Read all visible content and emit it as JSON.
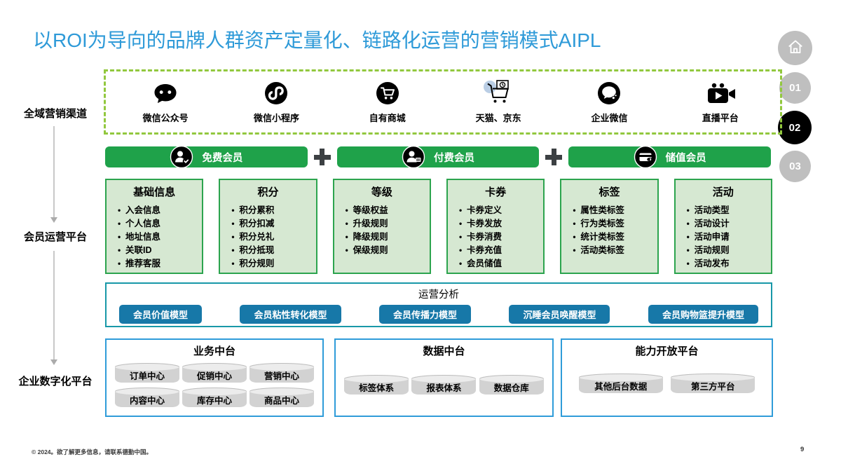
{
  "slide": {
    "title": "以ROI为导向的品牌人群资产定量化、链路化运营的营销模式AIPL",
    "footer": {
      "copyright": "© 2024。欲了解更多信息，请联系德勤中国。",
      "page_number": "9"
    }
  },
  "nav": {
    "steps": [
      {
        "label": "01",
        "active": false
      },
      {
        "label": "02",
        "active": true
      },
      {
        "label": "03",
        "active": false
      }
    ]
  },
  "rail": {
    "labels": [
      "全域营销渠道",
      "会员运营平台",
      "企业数字化平台"
    ]
  },
  "channels": {
    "items": [
      {
        "label": "微信公众号",
        "icon": "wechat-official-account-icon"
      },
      {
        "label": "微信小程序",
        "icon": "wechat-mini-program-icon"
      },
      {
        "label": "自有商城",
        "icon": "own-mall-icon"
      },
      {
        "label": "天猫、京东",
        "icon": "tmall-jd-icon"
      },
      {
        "label": "企业微信",
        "icon": "enterprise-wechat-icon"
      },
      {
        "label": "直播平台",
        "icon": "live-stream-icon"
      }
    ]
  },
  "member_tiers": {
    "separator": "+",
    "items": [
      {
        "label": "免费会员",
        "icon": "free-member-icon"
      },
      {
        "label": "付费会员",
        "icon": "paid-member-icon"
      },
      {
        "label": "储值会员",
        "icon": "stored-value-member-icon"
      }
    ]
  },
  "member_modules": [
    {
      "title": "基础信息",
      "items": [
        "入会信息",
        "个人信息",
        "地址信息",
        "关联ID",
        "推荐客服"
      ]
    },
    {
      "title": "积分",
      "items": [
        "积分累积",
        "积分扣减",
        "积分兑礼",
        "积分抵现",
        "积分规则"
      ]
    },
    {
      "title": "等级",
      "items": [
        "等级权益",
        "升级规则",
        "降级规则",
        "保级规则"
      ]
    },
    {
      "title": "卡券",
      "items": [
        "卡券定义",
        "卡券发放",
        "卡券消费",
        "卡券充值",
        "会员储值"
      ]
    },
    {
      "title": "标签",
      "items": [
        "属性类标签",
        "行为类标签",
        "统计类标签",
        "活动类标签"
      ]
    },
    {
      "title": "活动",
      "items": [
        "活动类型",
        "活动设计",
        "活动申请",
        "活动规则",
        "活动发布"
      ]
    }
  ],
  "analysis": {
    "title": "运营分析",
    "models": [
      "会员价值模型",
      "会员粘性转化模型",
      "会员传播力模型",
      "沉睡会员唤醒模型",
      "会员购物篮提升模型"
    ]
  },
  "platforms": [
    {
      "title": "业务中台",
      "items": [
        "订单中心",
        "促销中心",
        "营销中心",
        "内容中心",
        "库存中心",
        "商品中心"
      ]
    },
    {
      "title": "数据中台",
      "items": [
        "标签体系",
        "报表体系",
        "数据仓库"
      ]
    },
    {
      "title": "能力开放平台",
      "items": [
        "其他后台数据",
        "第三方平台"
      ]
    }
  ],
  "colors": {
    "title_blue": "#2E9AD8",
    "tier_bar_green": "#1FA24A",
    "module_fill_green": "#D6E8D2",
    "module_border_green": "#2CA44E",
    "model_button_blue": "#1778A8",
    "analysis_border_teal": "#1898A8",
    "platform_border_blue": "#2F9CD9",
    "dashed_border_green": "#92C83E",
    "nav_inactive_gray": "#BFBFBF",
    "nav_active_black": "#000000",
    "cylinder_gray": "#D2D2D2"
  }
}
